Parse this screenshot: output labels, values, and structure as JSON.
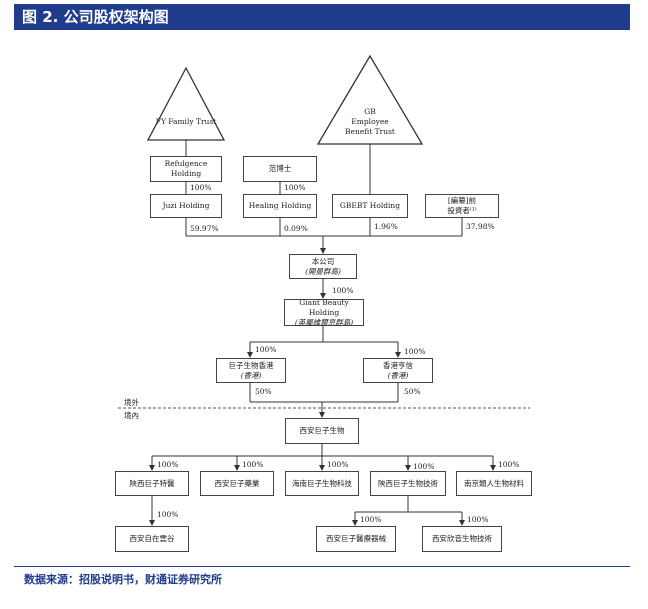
{
  "figure": {
    "title": "图 2. 公司股权架构图",
    "source": "数据来源：招股说明书，财通证券研究所"
  },
  "diagram": {
    "trusts": {
      "fy": "FY Family Trust",
      "gb_line1": "GB",
      "gb_line2": "Employee",
      "gb_line3": "Benefit Trust"
    },
    "top_boxes": {
      "refulgence_line1": "Refulgence",
      "refulgence_line2": "Holding",
      "fan": "范博士",
      "juzi": "Juzi Holding",
      "healing": "Healing Holding",
      "gbebt": "GBEBT Holding",
      "preipo_line1": "[編纂]前",
      "preipo_line2": "投資者⁽¹⁾"
    },
    "percentages": {
      "refulgence_to_juzi": "100%",
      "fan_to_healing": "100%",
      "juzi_share": "59.97%",
      "healing_share": "0.09%",
      "gbebt_share": "1.96%",
      "preipo_share": "37.98%",
      "company_to_giant": "100%",
      "giant_to_hk": "100%",
      "giant_to_xiangtai": "100%",
      "hk_share": "50%",
      "xiangtai_share": "50%",
      "xian_to_tejian": "100%",
      "xian_to_yaopin": "100%",
      "xian_to_hainan": "100%",
      "xian_to_jishu": "100%",
      "xian_to_nanjing": "100%",
      "tejian_to_ziyun": "100%",
      "jishu_to_qixie": "100%",
      "jishu_to_yinyun": "100%"
    },
    "mid_boxes": {
      "company_line1": "本公司",
      "company_line2": "(開曼群島)",
      "giant_line1": "Giant Beauty Holding",
      "giant_line2": "(英屬維爾京群島)",
      "hk_line1": "巨子生物香港",
      "hk_line2": "(香港)",
      "xiangtai_line1": "香港亨信",
      "xiangtai_line2": "(香港)"
    },
    "zones": {
      "offshore": "境外",
      "onshore": "境內"
    },
    "onshore_boxes": {
      "xian_juzi": "西安巨子生物",
      "shaanxi_tejian": "陝西巨子特醫",
      "xian_yaopin": "西安巨子藥業",
      "hainan": "海南巨子生物科技",
      "shaanxi_jishu": "陝西巨子生物技術",
      "nanjing": "南京類人生物材料",
      "xian_ziyun": "西安自在雲谷",
      "xian_qixie": "西安巨子醫療器械",
      "xian_yinyun": "西安欣音生物技術"
    }
  }
}
